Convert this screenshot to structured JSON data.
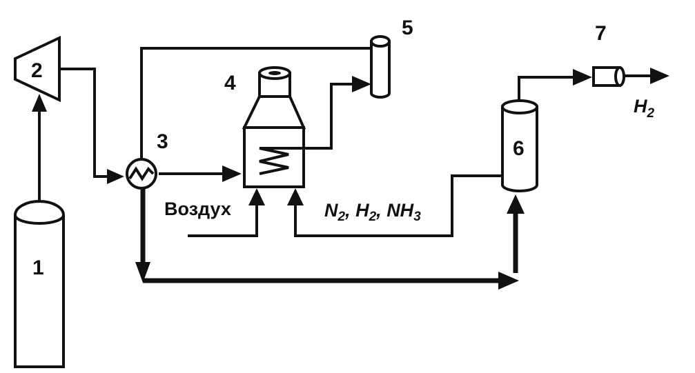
{
  "components": {
    "c1": "1",
    "c2": "2",
    "c3": "3",
    "c4": "4",
    "c5": "5",
    "c6": "6",
    "c7": "7"
  },
  "labels": {
    "air": "Воздух",
    "n2_base": "N",
    "n2_sub": "2",
    "sep1": ", ",
    "h2_base": "H",
    "h2_sub": "2",
    "sep2": ", ",
    "nh3_base": "NH",
    "nh3_sub": "3",
    "product_base": "H",
    "product_sub": "2"
  }
}
